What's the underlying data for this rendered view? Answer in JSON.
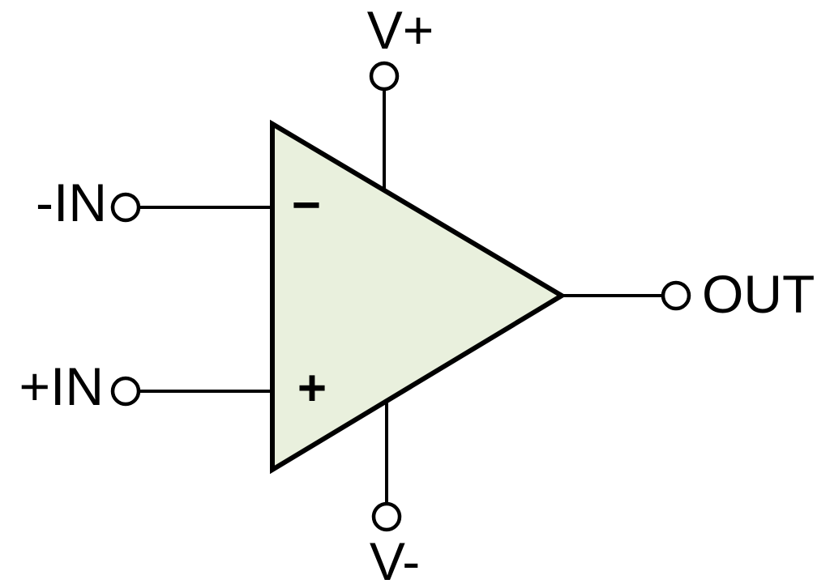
{
  "diagram": {
    "labels": {
      "v_plus": "V+",
      "v_minus": "V-",
      "in_minus": "-IN",
      "in_plus": "+IN",
      "out": "OUT"
    },
    "signs": {
      "inverting": "−",
      "non_inverting": "+"
    },
    "colors": {
      "triangle_fill": "#E9F0DD",
      "stroke": "#000000",
      "background": "#FFFFFF"
    }
  }
}
